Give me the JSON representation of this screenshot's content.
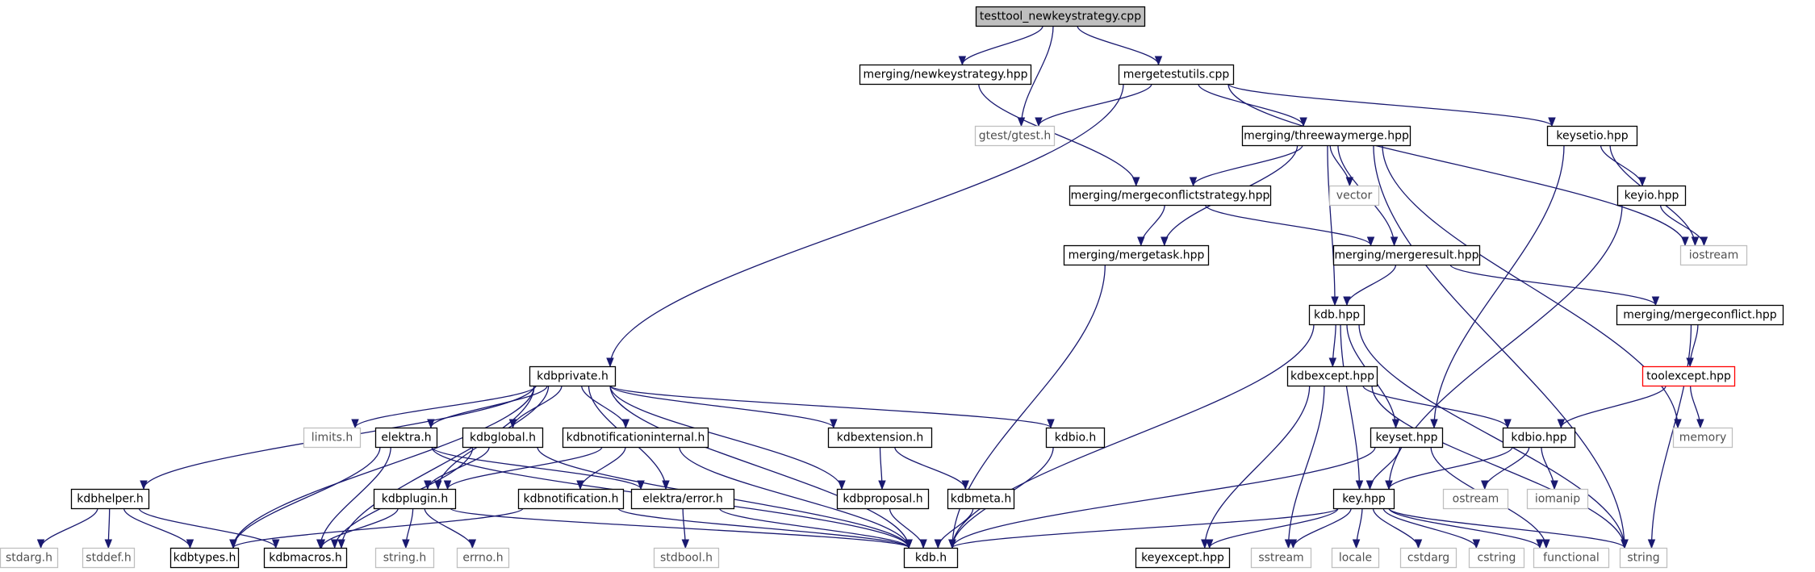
{
  "diagram": {
    "title": "",
    "nodes": {
      "root": {
        "label": "testtool_newkeystrategy.cpp",
        "kind": "root"
      },
      "newkeystrategy": {
        "label": "merging/newkeystrategy.hpp",
        "kind": "normal"
      },
      "mergetestutils": {
        "label": "mergetestutils.cpp",
        "kind": "normal"
      },
      "gtest": {
        "label": "gtest/gtest.h",
        "kind": "external"
      },
      "threewaymerge": {
        "label": "merging/threewaymerge.hpp",
        "kind": "normal"
      },
      "keysetio": {
        "label": "keysetio.hpp",
        "kind": "normal"
      },
      "vector": {
        "label": "vector",
        "kind": "external"
      },
      "mergeconflictstrategy": {
        "label": "merging/mergeconflictstrategy.hpp",
        "kind": "normal"
      },
      "keyio": {
        "label": "keyio.hpp",
        "kind": "normal"
      },
      "iostream": {
        "label": "iostream",
        "kind": "external"
      },
      "mergetask": {
        "label": "merging/mergetask.hpp",
        "kind": "normal"
      },
      "mergeresult": {
        "label": "merging/mergeresult.hpp",
        "kind": "normal"
      },
      "kdbhpp": {
        "label": "kdb.hpp",
        "kind": "normal"
      },
      "mergeconflict": {
        "label": "merging/mergeconflict.hpp",
        "kind": "normal"
      },
      "kdbprivate": {
        "label": "kdbprivate.h",
        "kind": "normal"
      },
      "kdbexcept": {
        "label": "kdbexcept.hpp",
        "kind": "normal"
      },
      "toolexcept": {
        "label": "toolexcept.hpp",
        "kind": "highlight"
      },
      "limits": {
        "label": "limits.h",
        "kind": "external"
      },
      "elektra": {
        "label": "elektra.h",
        "kind": "normal"
      },
      "kdbglobal": {
        "label": "kdbglobal.h",
        "kind": "normal"
      },
      "kdbnotificationinternal": {
        "label": "kdbnotificationinternal.h",
        "kind": "normal"
      },
      "kdbextension": {
        "label": "kdbextension.h",
        "kind": "normal"
      },
      "kdbioh": {
        "label": "kdbio.h",
        "kind": "normal"
      },
      "keyset": {
        "label": "keyset.hpp",
        "kind": "normal"
      },
      "kdbiohpp": {
        "label": "kdbio.hpp",
        "kind": "normal"
      },
      "memory": {
        "label": "memory",
        "kind": "external"
      },
      "kdbhelper": {
        "label": "kdbhelper.h",
        "kind": "normal"
      },
      "kdbplugin": {
        "label": "kdbplugin.h",
        "kind": "normal"
      },
      "kdbnotification": {
        "label": "kdbnotification.h",
        "kind": "normal"
      },
      "elektraerror": {
        "label": "elektra/error.h",
        "kind": "normal"
      },
      "kdbproposal": {
        "label": "kdbproposal.h",
        "kind": "normal"
      },
      "kdbmeta": {
        "label": "kdbmeta.h",
        "kind": "normal"
      },
      "keyhpp": {
        "label": "key.hpp",
        "kind": "normal"
      },
      "ostream": {
        "label": "ostream",
        "kind": "external"
      },
      "iomanip": {
        "label": "iomanip",
        "kind": "external"
      },
      "stdarg": {
        "label": "stdarg.h",
        "kind": "external"
      },
      "stddef": {
        "label": "stddef.h",
        "kind": "external"
      },
      "kdbtypes": {
        "label": "kdbtypes.h",
        "kind": "normal"
      },
      "kdbmacros": {
        "label": "kdbmacros.h",
        "kind": "normal"
      },
      "kdbh": {
        "label": "kdb.h",
        "kind": "normal"
      },
      "stringh": {
        "label": "string.h",
        "kind": "external"
      },
      "errno": {
        "label": "errno.h",
        "kind": "external"
      },
      "stdbool": {
        "label": "stdbool.h",
        "kind": "external"
      },
      "keyexcept": {
        "label": "keyexcept.hpp",
        "kind": "normal"
      },
      "sstream": {
        "label": "sstream",
        "kind": "external"
      },
      "locale": {
        "label": "locale",
        "kind": "external"
      },
      "cstdarg": {
        "label": "cstdarg",
        "kind": "external"
      },
      "cstring": {
        "label": "cstring",
        "kind": "external"
      },
      "functional": {
        "label": "functional",
        "kind": "external"
      },
      "string": {
        "label": "string",
        "kind": "external"
      }
    },
    "edges": [
      [
        "root",
        "newkeystrategy"
      ],
      [
        "root",
        "gtest"
      ],
      [
        "root",
        "mergetestutils"
      ],
      [
        "newkeystrategy",
        "mergeconflictstrategy"
      ],
      [
        "mergetestutils",
        "gtest"
      ],
      [
        "mergetestutils",
        "threewaymerge"
      ],
      [
        "mergetestutils",
        "keysetio"
      ],
      [
        "mergetestutils",
        "iostream"
      ],
      [
        "mergetestutils",
        "kdbprivate"
      ],
      [
        "threewaymerge",
        "mergetask"
      ],
      [
        "threewaymerge",
        "mergeconflictstrategy"
      ],
      [
        "threewaymerge",
        "vector"
      ],
      [
        "threewaymerge",
        "mergeresult"
      ],
      [
        "threewaymerge",
        "kdbhpp"
      ],
      [
        "threewaymerge",
        "memory"
      ],
      [
        "threewaymerge",
        "string"
      ],
      [
        "keysetio",
        "keyio"
      ],
      [
        "keysetio",
        "iostream"
      ],
      [
        "keysetio",
        "keyset"
      ],
      [
        "keyio",
        "iostream"
      ],
      [
        "keyio",
        "keyhpp"
      ],
      [
        "mergeconflictstrategy",
        "mergetask"
      ],
      [
        "mergeconflictstrategy",
        "mergeresult"
      ],
      [
        "mergetask",
        "kdbh"
      ],
      [
        "mergeresult",
        "kdbhpp"
      ],
      [
        "mergeresult",
        "mergeconflict"
      ],
      [
        "mergeconflict",
        "toolexcept"
      ],
      [
        "mergeconflict",
        "string"
      ],
      [
        "toolexcept",
        "kdbiohpp"
      ],
      [
        "toolexcept",
        "memory"
      ],
      [
        "kdbhpp",
        "kdbexcept"
      ],
      [
        "kdbhpp",
        "keyset"
      ],
      [
        "kdbhpp",
        "keyhpp"
      ],
      [
        "kdbhpp",
        "kdbh"
      ],
      [
        "kdbhpp",
        "string"
      ],
      [
        "kdbexcept",
        "kdbiohpp"
      ],
      [
        "kdbexcept",
        "keyexcept"
      ],
      [
        "kdbexcept",
        "sstream"
      ],
      [
        "kdbexcept",
        "string"
      ],
      [
        "keyset",
        "keyhpp"
      ],
      [
        "keyset",
        "kdbh"
      ],
      [
        "keyset",
        "functional"
      ],
      [
        "kdbiohpp",
        "keyhpp"
      ],
      [
        "kdbiohpp",
        "ostream"
      ],
      [
        "kdbiohpp",
        "iomanip"
      ],
      [
        "keyhpp",
        "kdbh"
      ],
      [
        "keyhpp",
        "keyexcept"
      ],
      [
        "keyhpp",
        "sstream"
      ],
      [
        "keyhpp",
        "locale"
      ],
      [
        "keyhpp",
        "cstdarg"
      ],
      [
        "keyhpp",
        "cstring"
      ],
      [
        "keyhpp",
        "functional"
      ],
      [
        "keyhpp",
        "string"
      ],
      [
        "kdbprivate",
        "kdbhelper"
      ],
      [
        "kdbprivate",
        "limits"
      ],
      [
        "kdbprivate",
        "elektra"
      ],
      [
        "kdbprivate",
        "kdbglobal"
      ],
      [
        "kdbprivate",
        "kdbnotificationinternal"
      ],
      [
        "kdbprivate",
        "kdbextension"
      ],
      [
        "kdbprivate",
        "kdbioh"
      ],
      [
        "kdbprivate",
        "kdbplugin"
      ],
      [
        "kdbprivate",
        "elektraerror"
      ],
      [
        "kdbprivate",
        "kdbproposal"
      ],
      [
        "kdbprivate",
        "kdbtypes"
      ],
      [
        "kdbprivate",
        "kdbmacros"
      ],
      [
        "kdbprivate",
        "kdbh"
      ],
      [
        "kdbhelper",
        "stdarg"
      ],
      [
        "kdbhelper",
        "stddef"
      ],
      [
        "kdbhelper",
        "kdbtypes"
      ],
      [
        "kdbhelper",
        "kdbmacros"
      ],
      [
        "elektra",
        "elektraerror"
      ],
      [
        "elektra",
        "kdbtypes"
      ],
      [
        "elektra",
        "kdbmacros"
      ],
      [
        "elektra",
        "kdbh"
      ],
      [
        "kdbglobal",
        "kdbplugin"
      ],
      [
        "kdbglobal",
        "kdbmacros"
      ],
      [
        "kdbglobal",
        "kdbh"
      ],
      [
        "kdbnotificationinternal",
        "kdbplugin"
      ],
      [
        "kdbnotificationinternal",
        "kdbnotification"
      ],
      [
        "kdbnotificationinternal",
        "kdbh"
      ],
      [
        "kdbextension",
        "kdbproposal"
      ],
      [
        "kdbextension",
        "kdbmeta"
      ],
      [
        "kdbioh",
        "kdbh"
      ],
      [
        "kdbplugin",
        "kdbmacros"
      ],
      [
        "kdbplugin",
        "stringh"
      ],
      [
        "kdbplugin",
        "errno"
      ],
      [
        "kdbplugin",
        "kdbh"
      ],
      [
        "kdbnotification",
        "kdbtypes"
      ],
      [
        "kdbnotification",
        "kdbh"
      ],
      [
        "elektraerror",
        "stdbool"
      ],
      [
        "elektraerror",
        "kdbh"
      ],
      [
        "kdbproposal",
        "kdbh"
      ],
      [
        "kdbmeta",
        "kdbh"
      ]
    ]
  }
}
